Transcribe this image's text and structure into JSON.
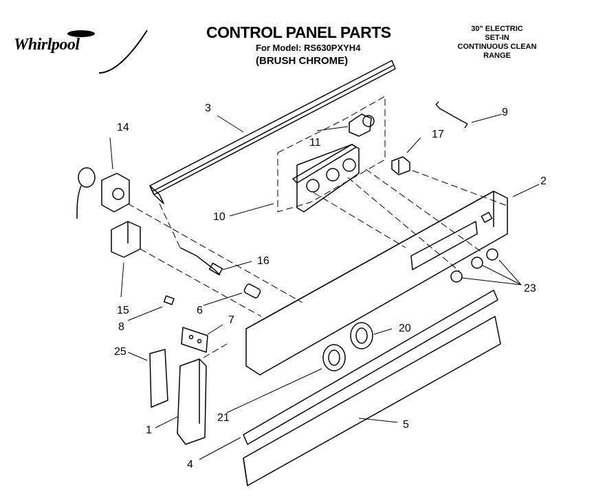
{
  "header": {
    "brand": "Whirlpool",
    "title": "CONTROL PANEL PARTS",
    "model_line": "For Model: RS630PXYH4",
    "finish": "(BRUSH CHROME)",
    "description": [
      "30\" ELECTRIC",
      "SET-IN",
      "CONTINUOUS CLEAN",
      "RANGE"
    ]
  },
  "callouts": {
    "c1": "1",
    "c2": "2",
    "c3": "3",
    "c4": "4",
    "c5": "5",
    "c6": "6",
    "c7": "7",
    "c8": "8",
    "c9": "9",
    "c10": "10",
    "c11": "11",
    "c14": "14",
    "c15": "15",
    "c16": "16",
    "c17": "17",
    "c20": "20",
    "c21": "21",
    "c23": "23",
    "c25": "25"
  }
}
